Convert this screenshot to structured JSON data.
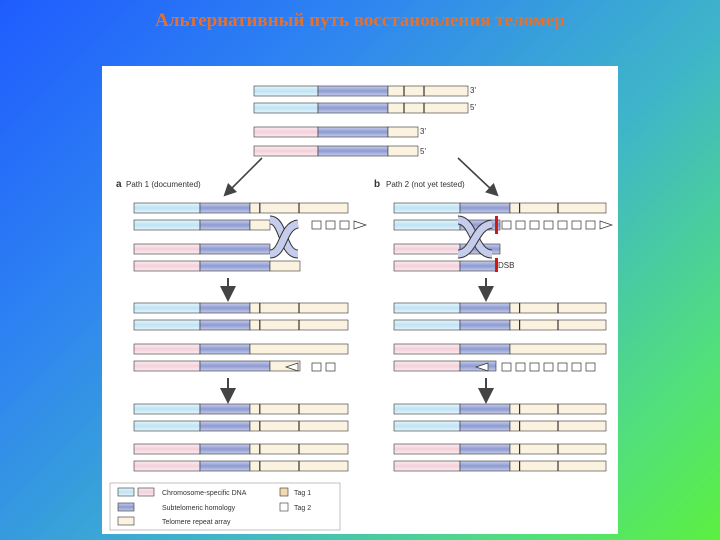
{
  "title": "Альтернативный путь восстановления теломер",
  "labels": {
    "strand_top_1": "3'",
    "strand_top_2": "5'",
    "strand_bot_1": "3'",
    "strand_bot_2": "5'",
    "panel_a_letter": "a",
    "panel_a_text": "Path 1 (documented)",
    "panel_b_letter": "b",
    "panel_b_text": "Path 2 (not yet tested)",
    "dsb": "DSB"
  },
  "legend": {
    "chromosome_dna": "Chromosome-specific DNA",
    "subtelomeric": "Subtelomeric homology",
    "telomere": "Telomere repeat array",
    "tag1": "Tag 1",
    "tag2": "Tag 2"
  },
  "colors": {
    "blue_dna": "#cfeaf7",
    "pink_dna": "#f7dde4",
    "subtelomeric": "#9ba8d6",
    "telomere": "#fbf3e0",
    "tag1": "#f1d9b0",
    "tag2": "#ffffff",
    "dsb_mark": "#d01818",
    "title": "#e8702a"
  }
}
